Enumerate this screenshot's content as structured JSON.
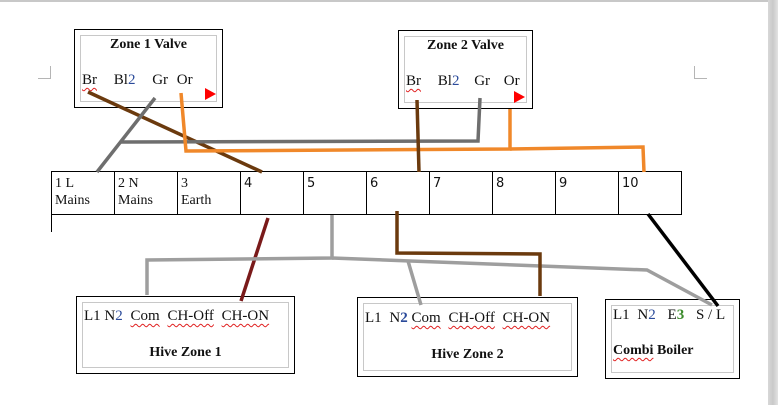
{
  "zone1_valve": {
    "title": "Zone 1 Valve",
    "terminals": [
      {
        "label": "Br",
        "flag": "spell"
      },
      {
        "label": "Bl",
        "suffix": "2"
      },
      {
        "label": "Gr"
      },
      {
        "label": "Or"
      }
    ]
  },
  "zone2_valve": {
    "title": "Zone 2 Valve",
    "terminals": [
      {
        "label": "Br",
        "flag": "spell"
      },
      {
        "label": "Bl",
        "suffix": "2"
      },
      {
        "label": "Gr"
      },
      {
        "label": "Or"
      }
    ]
  },
  "junction_box": {
    "terminals": [
      {
        "number": "1 L",
        "name": "Mains"
      },
      {
        "number": "2 N",
        "name": "Mains"
      },
      {
        "number": "3",
        "name": "Earth"
      },
      {
        "number": "4",
        "name": ""
      },
      {
        "number": "5",
        "name": ""
      },
      {
        "number": "6",
        "name": ""
      },
      {
        "number": "7",
        "name": ""
      },
      {
        "number": "8",
        "name": ""
      },
      {
        "number": "9",
        "name": ""
      },
      {
        "number": "10",
        "name": ""
      }
    ]
  },
  "hive_zone1": {
    "title": "Hive Zone 1",
    "terminals": [
      {
        "label": "L1"
      },
      {
        "label": "N",
        "suffix": "2"
      },
      {
        "label": "Com"
      },
      {
        "label": "CH-Off"
      },
      {
        "label": "CH-ON"
      }
    ]
  },
  "hive_zone2": {
    "title": "Hive Zone 2",
    "terminals": [
      {
        "label": "L1"
      },
      {
        "label": "N",
        "suffix": "2"
      },
      {
        "label": "Com"
      },
      {
        "label": "CH-Off"
      },
      {
        "label": "CH-ON"
      }
    ]
  },
  "combi_boiler": {
    "title_part1": "Combi",
    "title_part2": " Boiler",
    "terminals": [
      {
        "label": "L1"
      },
      {
        "label": "N",
        "suffix": "2"
      },
      {
        "label": "E",
        "suffix": "3"
      },
      {
        "label": "S / L"
      }
    ]
  },
  "wire_colors": {
    "brown": "#6b3a0e",
    "grey": "#6e6e6e",
    "light_grey": "#9e9e9e",
    "orange": "#f0882a",
    "dark_red": "#7a1a1a",
    "black": "#000000",
    "arrow_red": "#ff0000"
  }
}
